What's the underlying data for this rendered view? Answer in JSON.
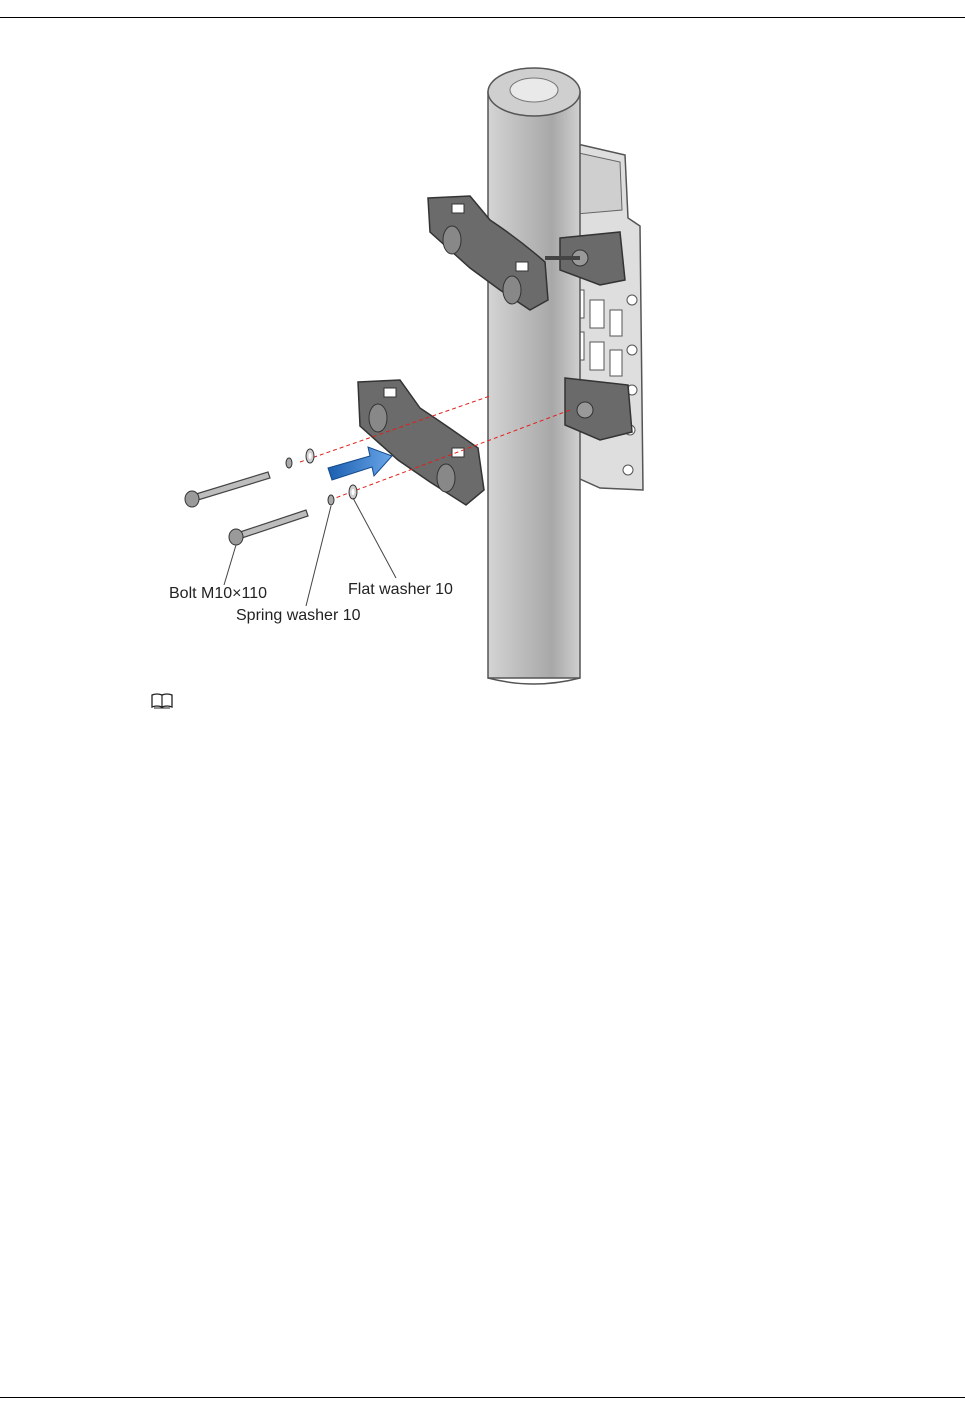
{
  "figure": {
    "labels": {
      "bolt": "Bolt M10×110",
      "spring_washer": "Spring washer 10",
      "flat_washer": "Flat washer 10"
    },
    "colors": {
      "pole": "#c9c9c9",
      "clamp": "#5a5a5a",
      "plate": "#dcdcdc",
      "arrow": "#2b7fd6",
      "guide_line": "#e0201b"
    }
  },
  "note": {
    "icon": "book-icon"
  }
}
